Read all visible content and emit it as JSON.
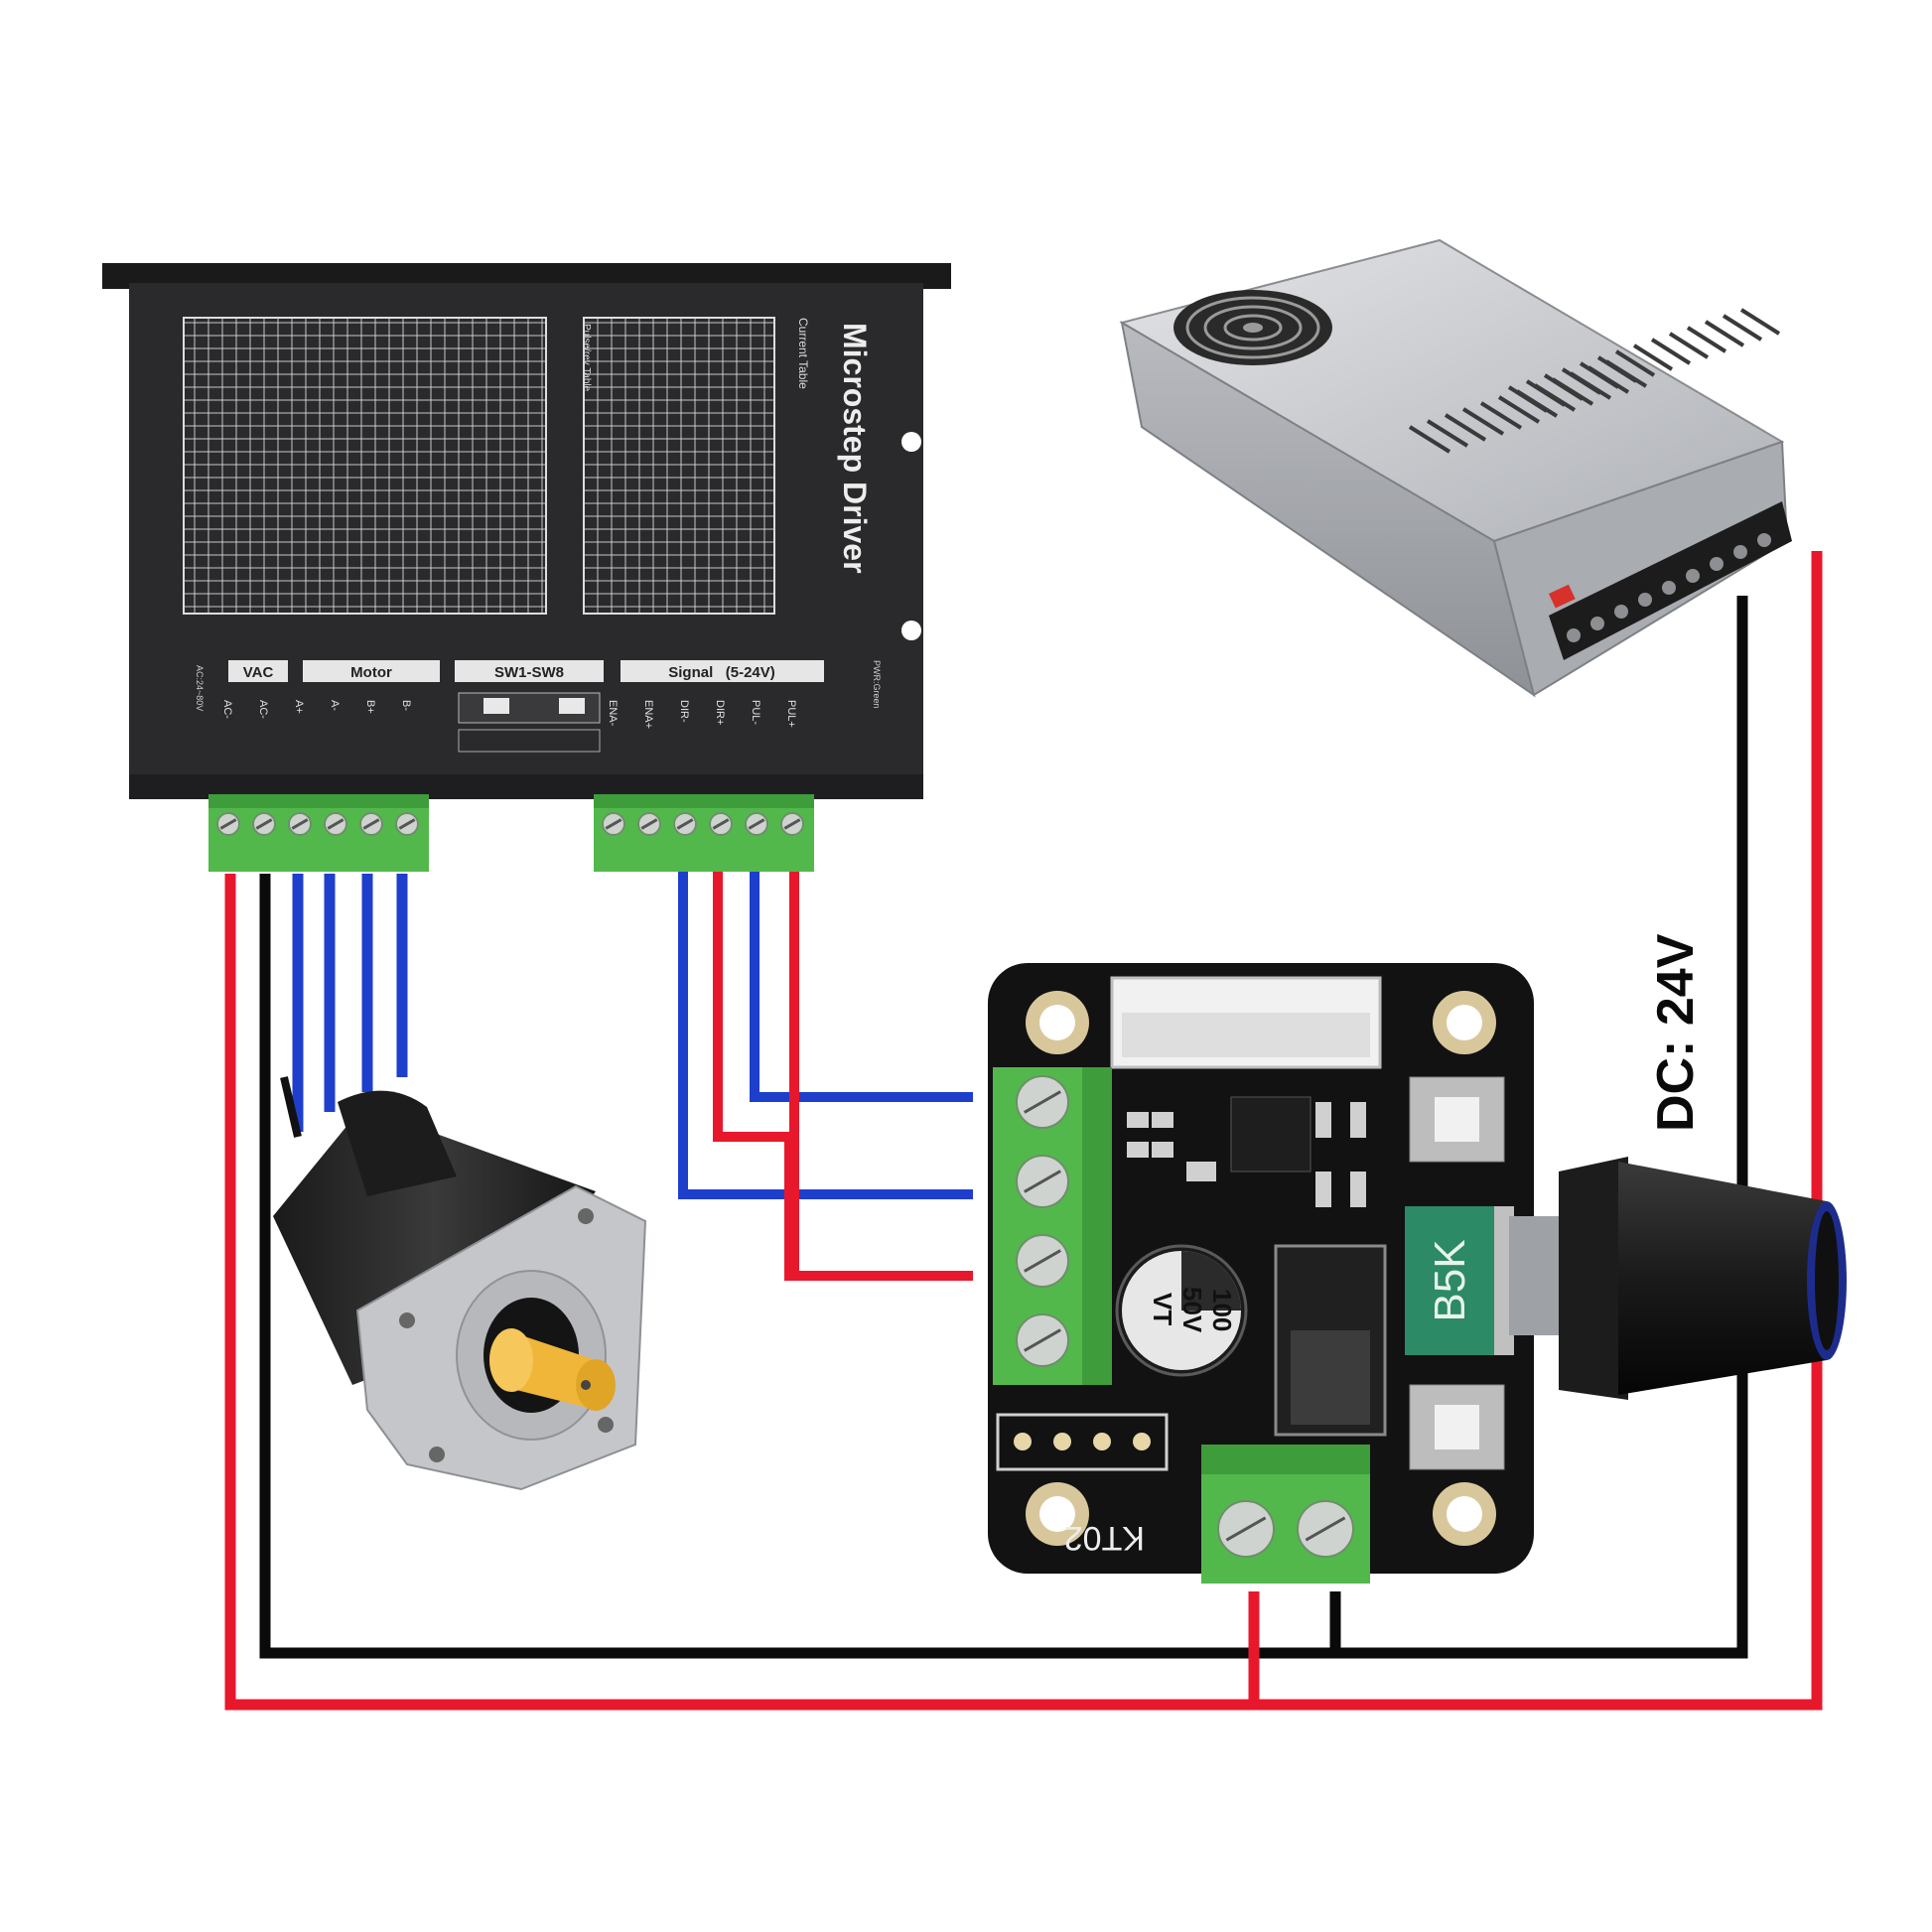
{
  "driver": {
    "title": "Microstep Driver",
    "groups": {
      "vac": "VAC",
      "motor": "Motor",
      "switches": "SW1-SW8",
      "signal": "Signal   (5-24V)"
    },
    "terminals_left": [
      "AC-",
      "AC-",
      "A+",
      "A-",
      "B+",
      "B-"
    ],
    "terminals_right": [
      "ENA-",
      "ENA+",
      "DIR-",
      "DIR+",
      "PUL-",
      "PUL+"
    ]
  },
  "pwm_board": {
    "model": "KT02",
    "pot_label": "B5K",
    "capacitor_label": [
      "100",
      "50V",
      "VT"
    ]
  },
  "power_label": "DC: 24V",
  "colors": {
    "wire_red": "#e8182c",
    "wire_black": "#0a0a0a",
    "wire_blue": "#1e3ecc",
    "terminal_green": "#52b84c",
    "pcb_black": "#121212",
    "driver_body": "#2a2a2c",
    "psu_silver": "#c9cbcf",
    "motor_shaft": "#f0b63a"
  }
}
